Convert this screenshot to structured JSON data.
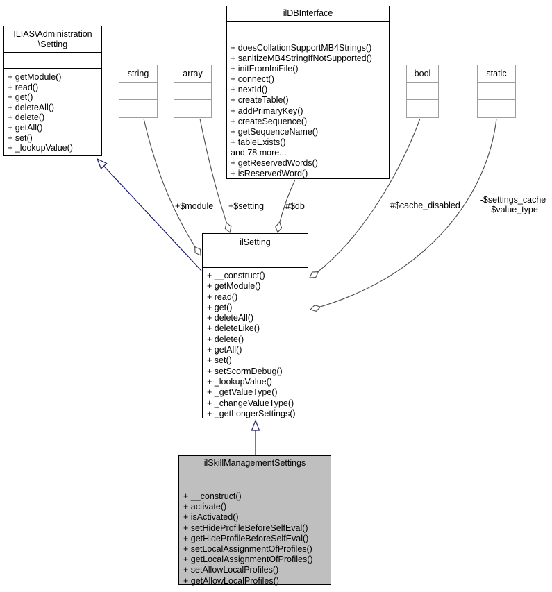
{
  "diagram": {
    "classes": [
      {
        "title_line1": "ILIAS\\Administration",
        "title_line2": "\\Setting",
        "methods": [
          "+ getModule()",
          "+ read()",
          "+ get()",
          "+ deleteAll()",
          "+ delete()",
          "+ getAll()",
          "+ set()",
          "+ _lookupValue()"
        ]
      },
      {
        "title": "ilDBInterface",
        "methods": [
          "+ doesCollationSupportMB4Strings()",
          "+ sanitizeMB4StringIfNotSupported()",
          "+ initFromIniFile()",
          "+ connect()",
          "+ nextId()",
          "+ createTable()",
          "+ addPrimaryKey()",
          "+ createSequence()",
          "+ getSequenceName()",
          "+ tableExists()",
          "and 78 more...",
          "+ getReservedWords()",
          "+ isReservedWord()"
        ]
      },
      {
        "title": "ilSetting",
        "methods": [
          "+ __construct()",
          "+ getModule()",
          "+ read()",
          "+ get()",
          "+ deleteAll()",
          "+ deleteLike()",
          "+ delete()",
          "+ getAll()",
          "+ set()",
          "+ setScormDebug()",
          "+ _lookupValue()",
          "+ _getValueType()",
          "+ _changeValueType()",
          "+ _getLongerSettings()"
        ]
      },
      {
        "title": "ilSkillManagementSettings",
        "methods": [
          "+ __construct()",
          "+ activate()",
          "+ isActivated()",
          "+ setHideProfileBeforeSelfEval()",
          "+ getHideProfileBeforeSelfEval()",
          "+ setLocalAssignmentOfProfiles()",
          "+ getLocalAssignmentOfProfiles()",
          "+ setAllowLocalProfiles()",
          "+ getAllowLocalProfiles()"
        ]
      }
    ],
    "types": [
      {
        "label": "string"
      },
      {
        "label": "array"
      },
      {
        "label": "bool"
      },
      {
        "label": "static"
      }
    ],
    "edge_labels": {
      "module": "+$module",
      "setting": "+$setting",
      "db": "#$db",
      "cache_disabled": "#$cache_disabled",
      "settings_cache": "-$settings_cache",
      "value_type": "-$value_type"
    },
    "colors": {
      "inheritance_edge": "#191970",
      "association_edge": "#4a4a4a",
      "highlight_fill": "#bfbfbf",
      "type_box_border": "#9e9e9e"
    }
  }
}
